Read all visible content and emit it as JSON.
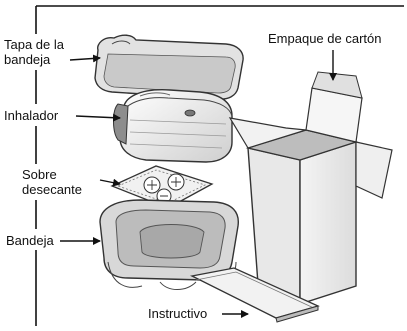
{
  "labels": {
    "tapa": "Tapa de la bandeja",
    "inhalador": "Inhalador",
    "sobre": "Sobre desecante",
    "bandeja": "Bandeja",
    "empaque": "Empaque de cartón",
    "instructivo": "Instructivo"
  }
}
